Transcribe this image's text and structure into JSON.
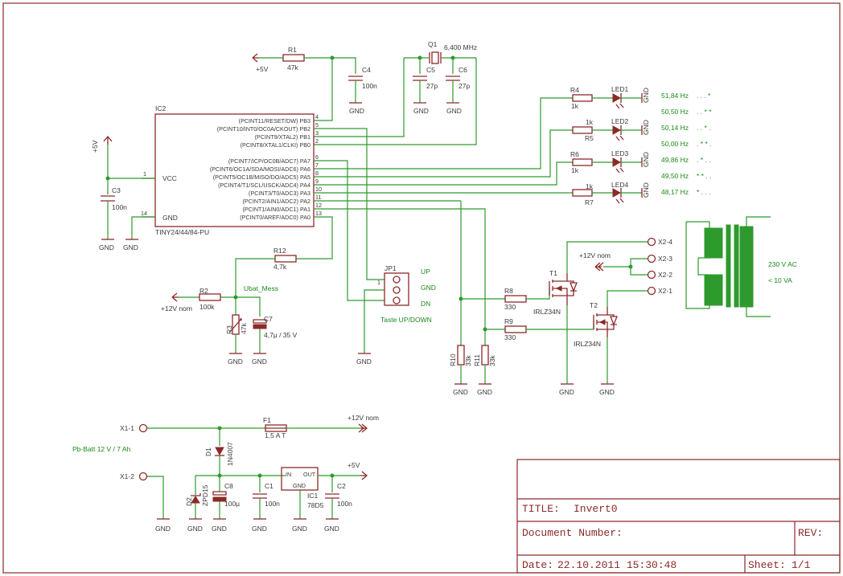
{
  "title_block": {
    "title_label": "TITLE:",
    "title_value": "Invert0",
    "docnum_label": "Document Number:",
    "rev_label": "REV:",
    "date_label": "Date:",
    "date_value": "22.10.2011  15:30:48",
    "sheet_label": "Sheet:",
    "sheet_value": "1/1"
  },
  "ic2": {
    "name": "IC2",
    "part": "TINY24/44/84-PU",
    "vcc": "VCC",
    "gnd": "GND",
    "pins_right": [
      {
        "label": "(PCINT11/RESET/DW) PB3",
        "num": "4"
      },
      {
        "label": "(PCINT10/INT0/OC0A/CKOUT) PB2",
        "num": "5"
      },
      {
        "label": "(PCINT9/XTAL2) PB1",
        "num": "3"
      },
      {
        "label": "(PCINT8/XTAL1/CLKI) PB0",
        "num": "2"
      },
      {
        "label": "(PCINT7/ICP/OC0B/ADC7) PA7",
        "num": "6"
      },
      {
        "label": "(PCINT6/OC1A/SDA/MOSI/ADC6) PA6",
        "num": "7"
      },
      {
        "label": "(PCINT5/OC1B/MISO/DO/ADC5) PA5",
        "num": "8"
      },
      {
        "label": "(PCINT4/T1/SCL/USCK/ADC4) PA4",
        "num": "9"
      },
      {
        "label": "(PCINT3/T0/ADC3) PA3",
        "num": "10"
      },
      {
        "label": "(PCINT2/AIN1/ADC2) PA2",
        "num": "11"
      },
      {
        "label": "(PCINT1/AIN0/ADC1) PA1",
        "num": "12"
      },
      {
        "label": "(PCINT0/AREF/ADC0) PA0",
        "num": "13"
      }
    ],
    "pin_vcc": "1",
    "pin_gnd": "14"
  },
  "labels": {
    "plus5v": "+5V",
    "r1": "R1",
    "r1v": "47k",
    "c4": "C4",
    "c4v": "100n",
    "q1": "Q1",
    "q1v": "6,400 MHz",
    "c5": "C5",
    "c5v": "27p",
    "c6": "C6",
    "c6v": "27p",
    "gnd": "GND",
    "c3": "C3",
    "c3v": "100n",
    "plus5v_vcc": "+5V",
    "r4": "R4",
    "r4v": "1k",
    "led1": "LED1",
    "r5": "R5",
    "r5v": "1k",
    "led2": "LED2",
    "r6": "R6",
    "r6v": "1k",
    "led3": "LED3",
    "r7": "R7",
    "r7v": "1k",
    "led4": "LED4",
    "r12": "R12",
    "r12v": "4,7k",
    "ubat": "Ubat_Mess",
    "r2": "R2",
    "r2v": "100k",
    "plus12vnom": "+12V nom",
    "r3": "R3",
    "r3v": "47k",
    "c7": "C7",
    "c7v": "4,7µ / 35 V",
    "jp1": "JP1",
    "up": "UP",
    "gndlbl": "GND",
    "dn": "DN",
    "taste": "Taste UP/DOWN",
    "r8": "R8",
    "r8v": "330",
    "r9": "R9",
    "r9v": "330",
    "r10": "R10",
    "r10v": "33k",
    "r11": "R11",
    "r11v": "33k",
    "t1": "T1",
    "t1v": "IRLZ34N",
    "t2": "T2",
    "t2v": "IRLZ34N",
    "x24": "X2-4",
    "x23": "X2-3",
    "x22": "X2-2",
    "x21": "X2-1",
    "plus12v_t": "+12V nom",
    "trafo1": "230 V AC",
    "trafo2": "< 10 VA",
    "x11": "X1-1",
    "x12": "X1-2",
    "batt": "Pb-Batt 12 V / 7 Ah",
    "f1": "F1",
    "f1v": "1,5 A T",
    "plus12v_f": "+12V nom",
    "d1": "D1",
    "d1v": "1N4007",
    "d2": "D2",
    "d2v": "ZPD15",
    "c8": "C8",
    "c8v": "100µ",
    "c1": "C1",
    "c1v": "100n",
    "ic1": "IC1",
    "ic1v": "78D5",
    "ic1_in": "IN",
    "ic1_out": "OUT",
    "ic1_gnd": "GND",
    "c2": "C2",
    "c2v": "100n",
    "plus5v_reg": "+5V"
  },
  "freqs": [
    {
      "text": "51,84 Hz",
      "code": ". . . *"
    },
    {
      "text": "50,50 Hz",
      "code": ". . * *"
    },
    {
      "text": "50,14 Hz",
      "code": ". . * ."
    },
    {
      "text": "50,00 Hz",
      "code": ". * * ."
    },
    {
      "text": "49,86 Hz",
      "code": ". * . ."
    },
    {
      "text": "49,50 Hz",
      "code": "* * . ."
    },
    {
      "text": "48,17 Hz",
      "code": "* . . ."
    }
  ]
}
